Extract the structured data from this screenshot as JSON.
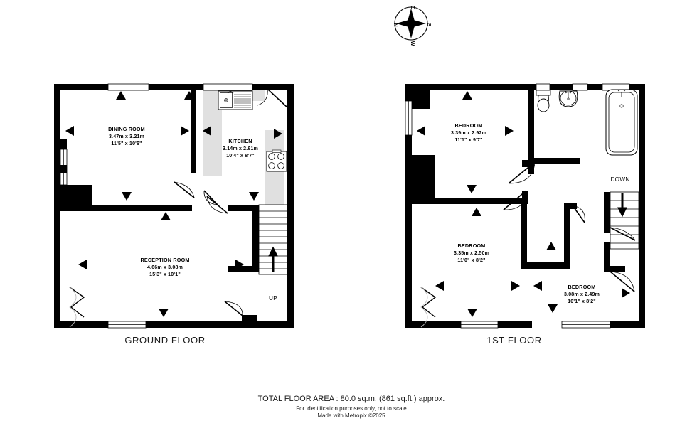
{
  "document": {
    "type": "floor-plan",
    "compass": {
      "north": "N",
      "east": "E",
      "south": "S",
      "west": "W"
    }
  },
  "floors": [
    {
      "id": "ground",
      "title": "GROUND FLOOR",
      "rooms": [
        {
          "name": "DINING ROOM",
          "metric": "3.47m  x 3.21m",
          "imperial": "11'5\"   x 10'6\""
        },
        {
          "name": "KITCHEN",
          "metric": "3.14m  x 2.61m",
          "imperial": "10'4\"   x 8'7\""
        },
        {
          "name": "RECEPTION ROOM",
          "metric": "4.66m  x 3.08m",
          "imperial": "15'3\"   x 10'1\""
        }
      ],
      "stair_label": "UP"
    },
    {
      "id": "first",
      "title": "1ST FLOOR",
      "rooms": [
        {
          "name": "BEDROOM",
          "metric": "3.39m  x 2.92m",
          "imperial": "11'1\"   x 9'7\""
        },
        {
          "name": "BEDROOM",
          "metric": "3.35m  x 2.50m",
          "imperial": "11'0\"   x 8'2\""
        },
        {
          "name": "BEDROOM",
          "metric": "3.08m  x 2.49m",
          "imperial": "10'1\"   x 8'2\""
        }
      ],
      "stair_label": "DOWN"
    }
  ],
  "footer": {
    "total_area": "TOTAL FLOOR AREA : 80.0 sq.m. (861 sq.ft.) approx.",
    "disclaimer": "For identification purposes only, not to scale",
    "credit": "Made with Metropix ©2025"
  },
  "colors": {
    "wall": "#000000",
    "floor": "#ffffff",
    "fixture_area": "#e3e3e3",
    "text": "#000000",
    "background": "#ffffff"
  }
}
